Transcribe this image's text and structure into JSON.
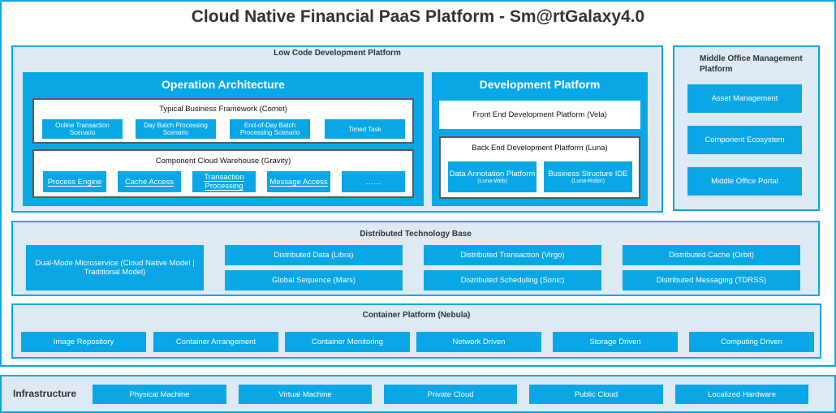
{
  "title": "Cloud Native Financial PaaS Platform - Sm@rtGalaxy4.0",
  "low_code": {
    "label": "Low Code Development Platform",
    "operation": {
      "title": "Operation Architecture",
      "comet": {
        "label": "Typical Business Framework (Comet)",
        "items": [
          "Online Transaction Scenario",
          "Day Batch Processing Scenario",
          "End-of-Day Batch Processing Scenario",
          "Timed Task"
        ]
      },
      "gravity": {
        "label": "Component Cloud Warehouse (Gravity)",
        "items": [
          "Process Engine",
          "Cache Access",
          "Transaction Processing",
          "Message Access",
          "……"
        ]
      }
    },
    "development": {
      "title": "Development Platform",
      "vela": "Front End Development Platform (Vela)",
      "luna": {
        "label": "Back End Development Platform (Luna)",
        "annotation": {
          "main": "Data Annotation Platform",
          "sub": "(Luna-Web)"
        },
        "ide": {
          "main": "Business Structure IDE",
          "sub": "(Luna-Robin)"
        }
      }
    }
  },
  "middle_office": {
    "label": "Middle Office Management Platform",
    "items": [
      "Asset Management",
      "Component Ecosystem",
      "Middle Office Portal"
    ]
  },
  "distributed": {
    "label": "Distributed Technology Base",
    "microservice": "Dual-Mode Microservice (Cloud Native Model | Traditional Model)",
    "items": [
      "Distributed Data (Libra)",
      "Distributed Transaction (Virgo)",
      "Distributed Cache (Orbit)",
      "Global Sequence (Mars)",
      "Distributed Scheduling (Sonic)",
      "Distributed Messaging (TDRSS)"
    ]
  },
  "container": {
    "label": "Container Platform (Nebula)",
    "items": [
      "Image Repository",
      "Container Arrangement",
      "Container Monitoring",
      "Network Driven",
      "Storage Driven",
      "Computing Driven"
    ]
  },
  "infrastructure": {
    "label": "Infrastructure",
    "items": [
      "Physical Machine",
      "Virtual Machine",
      "Private Cloud",
      "Public Cloud",
      "Localized Hardware"
    ]
  },
  "colors": {
    "accent": "#0aa7e6",
    "panel": "#dde9f3",
    "text": "#333333"
  }
}
